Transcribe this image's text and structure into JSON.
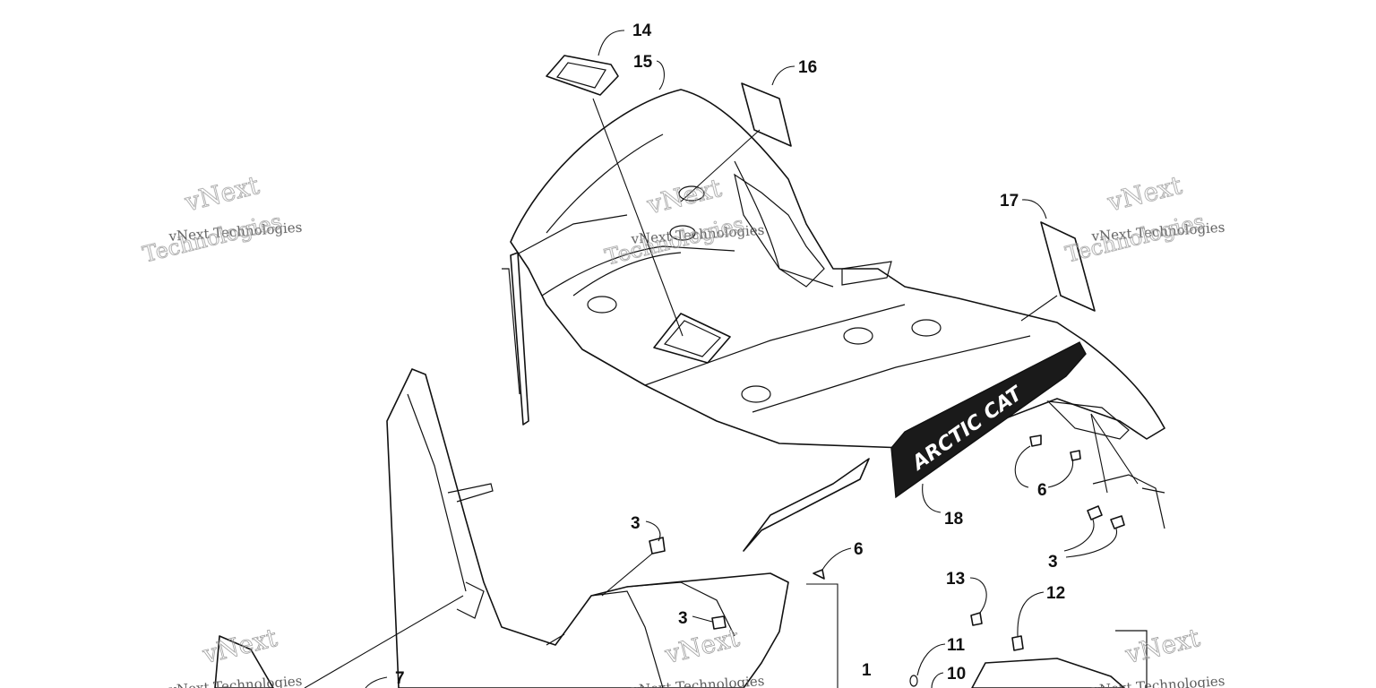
{
  "callouts": [
    {
      "id": "14",
      "label": "14"
    },
    {
      "id": "15",
      "label": "15"
    },
    {
      "id": "16",
      "label": "16"
    },
    {
      "id": "17",
      "label": "17"
    },
    {
      "id": "18",
      "label": "18"
    },
    {
      "id": "6a",
      "label": "6"
    },
    {
      "id": "6b",
      "label": "6"
    },
    {
      "id": "3a",
      "label": "3"
    },
    {
      "id": "3b",
      "label": "3"
    },
    {
      "id": "3c",
      "label": "3"
    },
    {
      "id": "13",
      "label": "13"
    },
    {
      "id": "12",
      "label": "12"
    },
    {
      "id": "11",
      "label": "11"
    },
    {
      "id": "10",
      "label": "10"
    },
    {
      "id": "1",
      "label": "1"
    },
    {
      "id": "7",
      "label": "7"
    }
  ],
  "decal": {
    "brand": "ARCTIC CAT"
  },
  "watermark": {
    "company": "vNext Technologies",
    "word1": "vNext",
    "word2": "Technologies"
  }
}
